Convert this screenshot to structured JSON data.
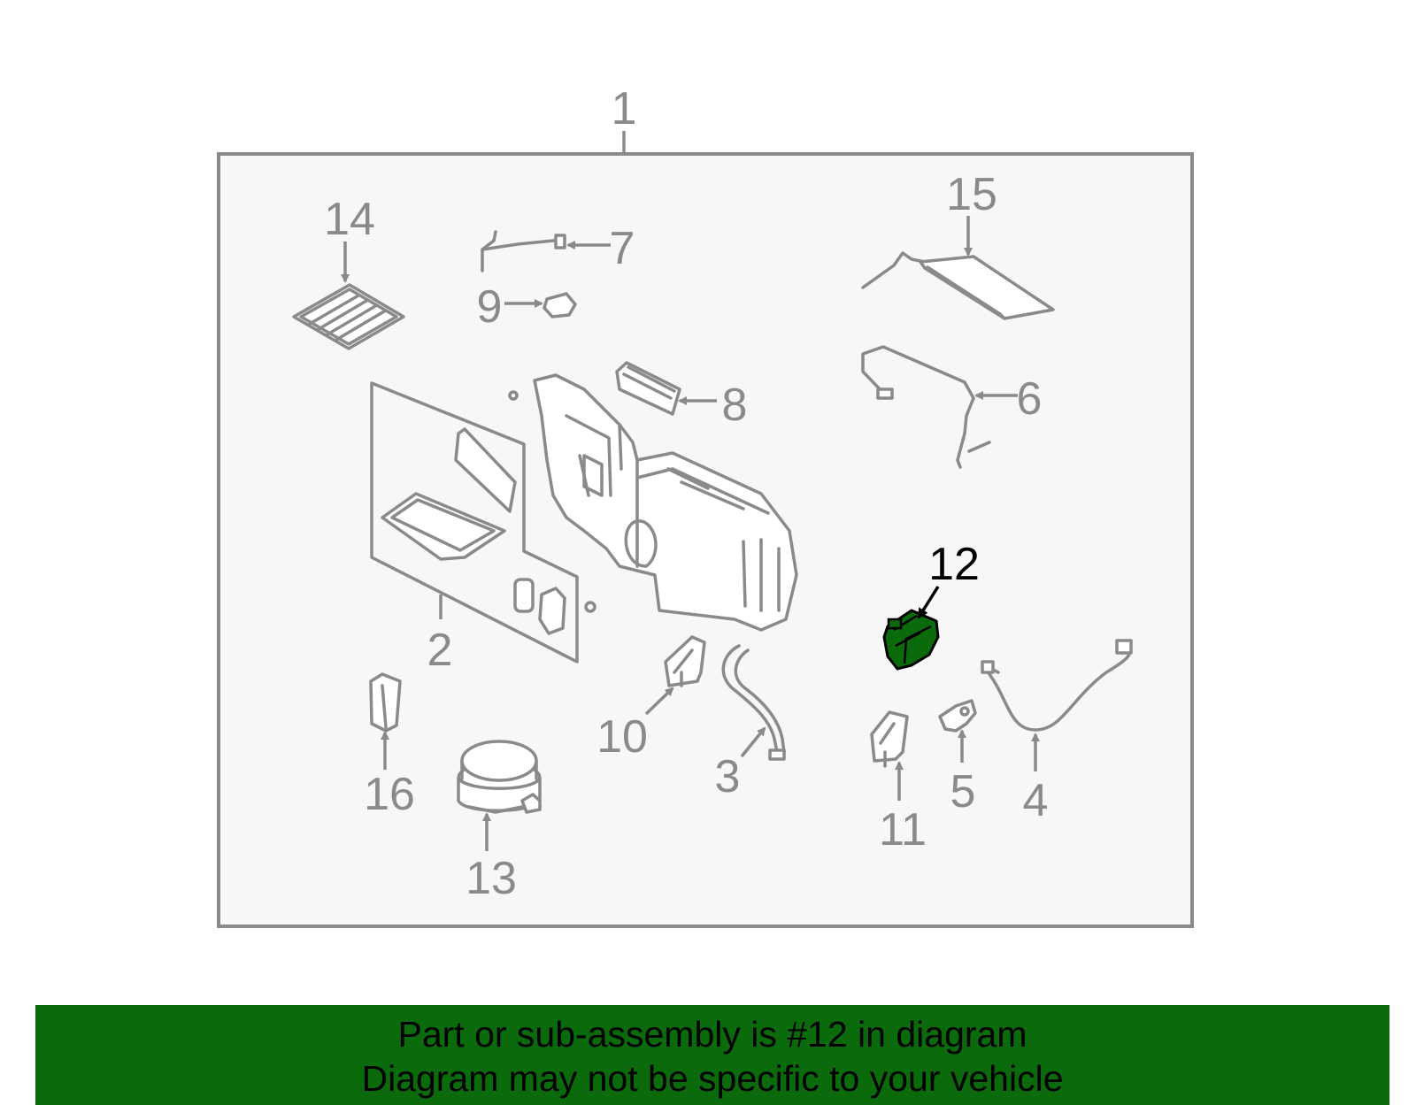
{
  "callouts": {
    "c1": "1",
    "c2": "2",
    "c3": "3",
    "c4": "4",
    "c5": "5",
    "c6": "6",
    "c7": "7",
    "c8": "8",
    "c9": "9",
    "c10": "10",
    "c11": "11",
    "c12": "12",
    "c13": "13",
    "c14": "14",
    "c15": "15",
    "c16": "16"
  },
  "highlight_part": "12",
  "colors": {
    "highlight_fill": "#0b6a0b",
    "banner_bg": "#0b6a0b",
    "line_gray": "#8a8a8a",
    "panel_bg": "#f7f7f7"
  },
  "banner": {
    "line1": "Part or sub-assembly is #12 in diagram",
    "line2": "Diagram may not be specific to your vehicle"
  }
}
